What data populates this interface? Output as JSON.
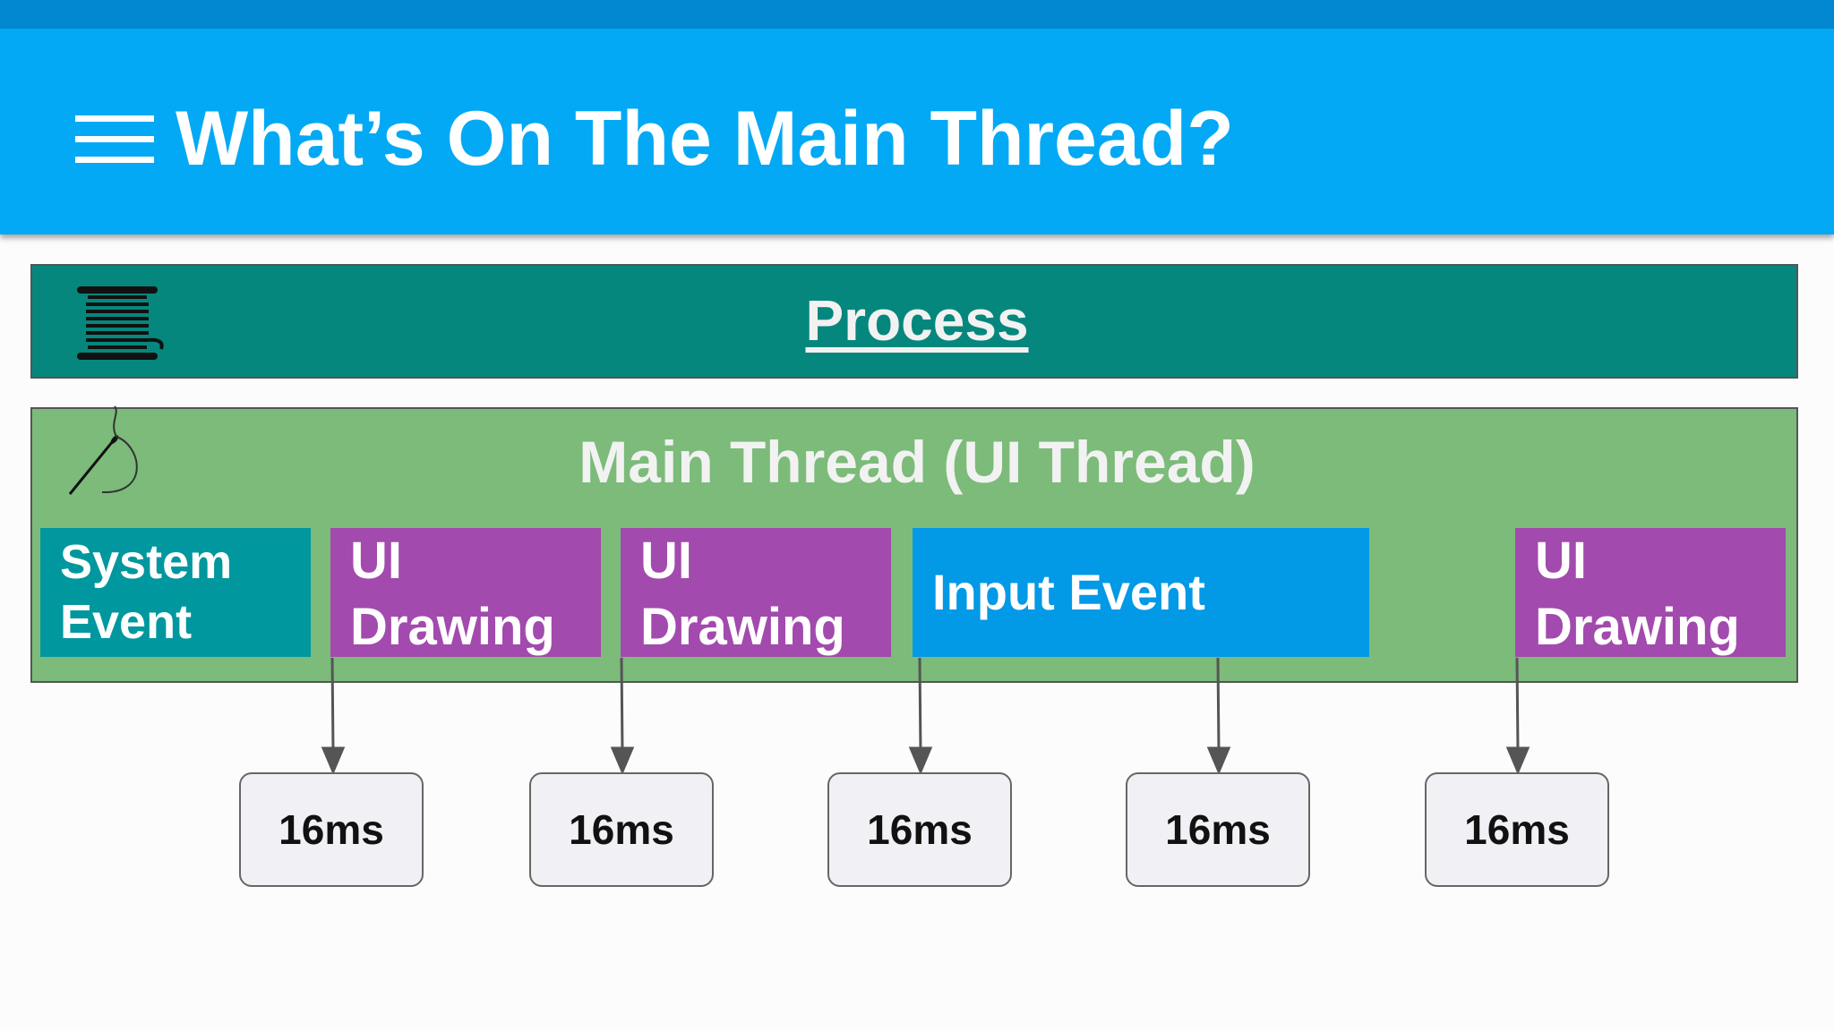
{
  "slide": {
    "title": "What’s On The Main Thread?",
    "header_color": "#03a9f4"
  },
  "process": {
    "label": "Process",
    "color": "#06877d",
    "icon": "thread-spool-icon"
  },
  "main_thread": {
    "label": "Main Thread (UI Thread)",
    "color": "#7cbb7a",
    "icon": "needle-and-thread-icon",
    "events": [
      {
        "lines": [
          "System",
          "Event"
        ],
        "kind": "system",
        "color": "#00979e"
      },
      {
        "lines": [
          "UI",
          "Drawing"
        ],
        "kind": "ui",
        "color": "#a24aad"
      },
      {
        "lines": [
          "UI",
          "Drawing"
        ],
        "kind": "ui",
        "color": "#a24aad"
      },
      {
        "lines": [
          "Input Event"
        ],
        "kind": "input",
        "color": "#0299e6"
      },
      {
        "lines": [
          "UI",
          "Drawing"
        ],
        "kind": "ui",
        "color": "#a24aad"
      }
    ]
  },
  "frames": [
    "16ms",
    "16ms",
    "16ms",
    "16ms",
    "16ms"
  ]
}
